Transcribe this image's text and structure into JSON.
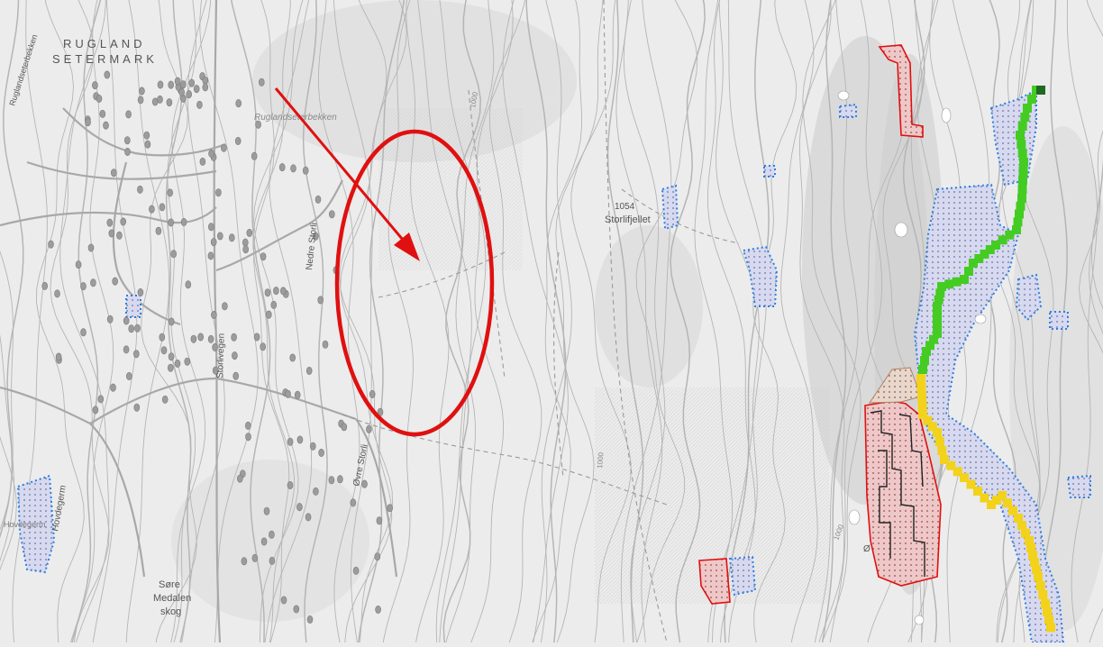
{
  "map": {
    "place_labels": {
      "rugland": "RUGLAND",
      "setermark": "SETERMARK",
      "ruglandsseterbekken": "Ruglandseterbekken",
      "ruglandsbekken": "Ruglandseterbekken",
      "storlifjellet_elev": "1054",
      "storlifjellet": "Storlifjellet",
      "nedre_storli": "Nedre Storli",
      "storlivegen": "Storlivegen",
      "ovre_storli": "Øvre Storli",
      "hovdegerm": "Hovdegerm",
      "hovdegerm2": "Hovdegerm",
      "sore": "Søre",
      "medalen": "Medalen",
      "skog": "skog",
      "contour_1000": "1000",
      "contour_1000b": "1000",
      "contour_1000c": "1000",
      "o": "Ø"
    },
    "colors": {
      "background": "#ececec",
      "annotation_red": "#e01010",
      "trail_green": "#44cc22",
      "trail_yellow": "#f2d21a",
      "wetland_blue": "#2b7fe0",
      "zone_fill_red": "#eec8c8",
      "zone_fill_blue": "#d7d9ef"
    }
  }
}
